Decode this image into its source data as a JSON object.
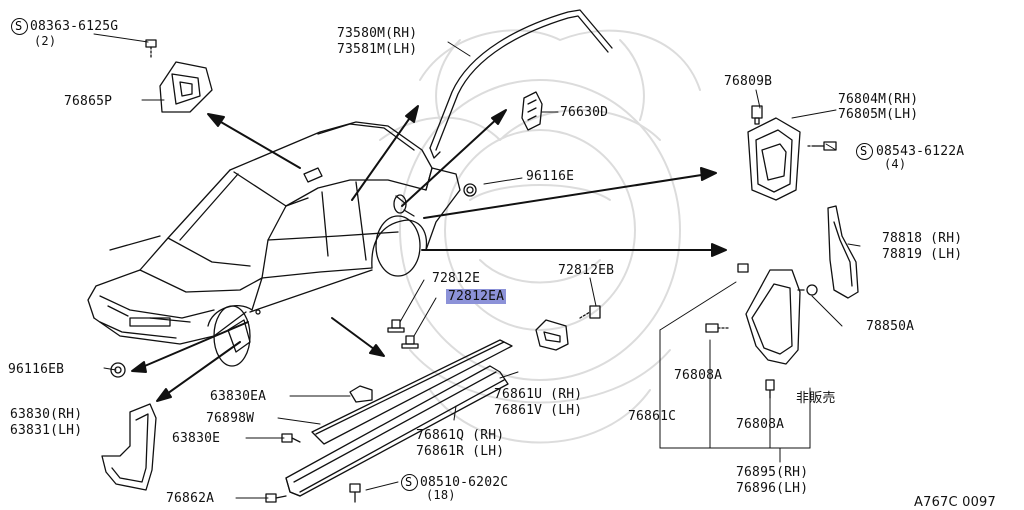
{
  "figure_code": "A767C 0097",
  "labels": {
    "p08363": "08363-6125G",
    "p08363_qty": "(2)",
    "p76865P": "76865P",
    "p73580M": "73580M(RH)",
    "p73581M": "73581M(LH)",
    "p76630D": "76630D",
    "p96116E": "96116E",
    "p76809B": "76809B",
    "p76804M": "76804M(RH)",
    "p76805M": "76805M(LH)",
    "p08543": "08543-6122A",
    "p08543_qty": "(4)",
    "p78818": "78818 (RH)",
    "p78819": "78819 (LH)",
    "p78850A": "78850A",
    "p72812E": "72812E",
    "p72812EA": "72812EA",
    "p72812EB": "72812EB",
    "p96116EB": "96116EB",
    "p63830EA": "63830EA",
    "p76898W": "76898W",
    "p63830": "63830(RH)",
    "p63831": "63831(LH)",
    "p63830E": "63830E",
    "p76861U": "76861U (RH)",
    "p76861V": "76861V (LH)",
    "p76861Q": "76861Q (RH)",
    "p76861R": "76861R (LH)",
    "p76808A_1": "76808A",
    "p76808A_2": "76808A",
    "p_not_sold": "非販売",
    "p76861C": "76861C",
    "p76895": "76895(RH)",
    "p76896": "76896(LH)",
    "p08510": "08510-6202C",
    "p08510_qty": "(18)",
    "p76862A": "76862A"
  },
  "colors": {
    "line": "#111111",
    "highlight": "#8c92d8",
    "watermark": "#d8d8d8"
  }
}
